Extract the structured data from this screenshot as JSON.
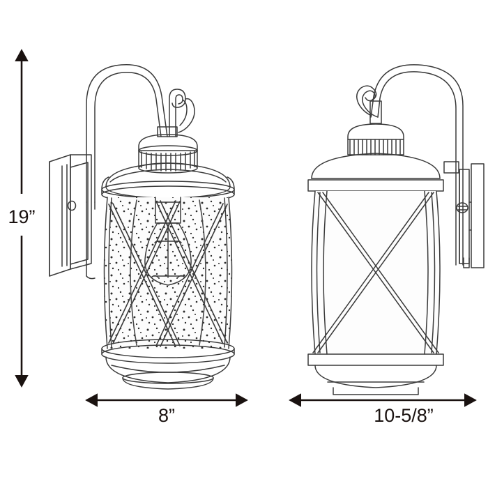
{
  "drawing": {
    "title": "Outdoor Wall Lantern Dimension Drawing",
    "background_color": "#ffffff",
    "line_color": "#3a3a3a",
    "dimension_color": "#1a1210",
    "glass_fill": "#fbfbfb",
    "speckle_color": "#2b2b2b",
    "views": [
      {
        "name": "side-view",
        "label": "",
        "features": [
          "wall-mount-backplate",
          "shepherd-hook-arm",
          "scroll-finial",
          "fluted-collar",
          "dome-top",
          "seeded-glass-cylinder",
          "criss-cross-bands",
          "edison-bulb",
          "base-rings"
        ]
      },
      {
        "name": "front-view",
        "label": "",
        "features": [
          "wall-mount-backplate-edge",
          "shepherd-hook-arm",
          "spiral-scroll-finial",
          "fluted-collar",
          "dome-top",
          "clear-glass-cylinder",
          "x-cross-bands",
          "base-rings"
        ]
      }
    ]
  },
  "dimensions": {
    "height": {
      "value": "19”",
      "orientation": "vertical",
      "arrow_style": "double-headed"
    },
    "width_side": {
      "value": "8”",
      "orientation": "horizontal",
      "arrow_style": "double-headed"
    },
    "width_front": {
      "value": "10-5/8”",
      "orientation": "horizontal",
      "arrow_style": "double-headed"
    }
  }
}
